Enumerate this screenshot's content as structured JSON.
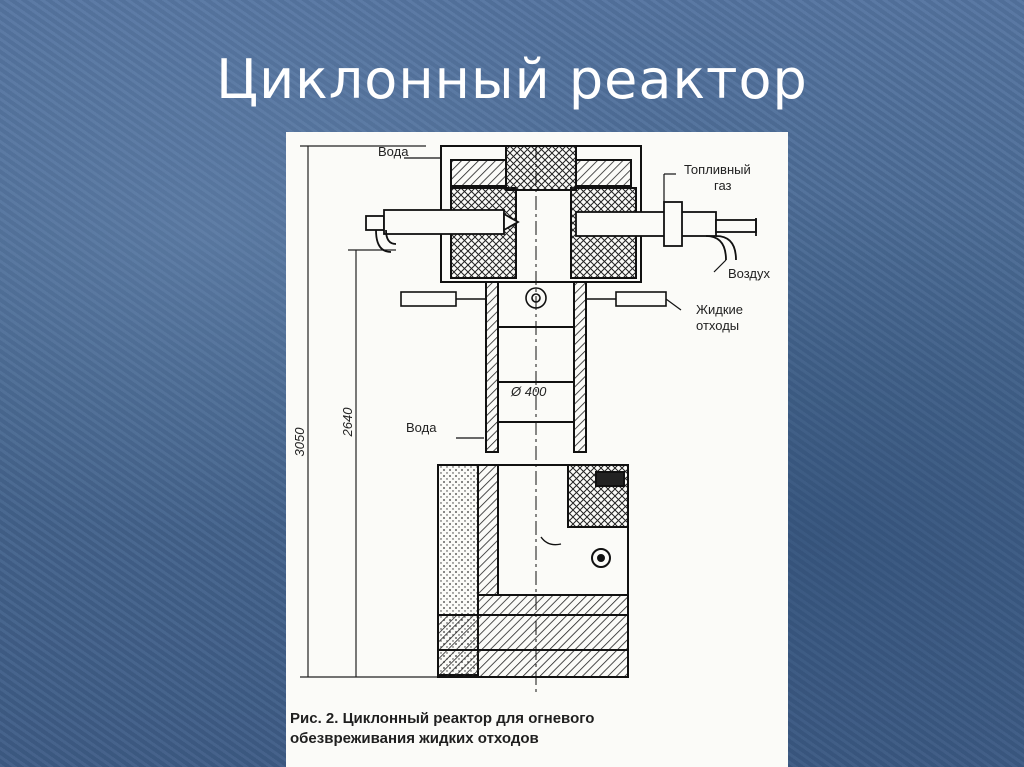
{
  "slide": {
    "title": "Циклонный реактор"
  },
  "figure": {
    "labels": {
      "water_top": "Вода",
      "fuel_gas_1": "Топливный",
      "fuel_gas_2": "газ",
      "air": "Воздух",
      "liquid_waste_1": "Жидкие",
      "liquid_waste_2": "отходы",
      "water_side": "Вода",
      "diameter": "Ø 400",
      "dim_total": "3050",
      "dim_inner": "2640"
    },
    "caption": {
      "line1": "Рис. 2. Циклонный реактор для огневого",
      "line2": "обезвреживания жидких отходов"
    }
  }
}
